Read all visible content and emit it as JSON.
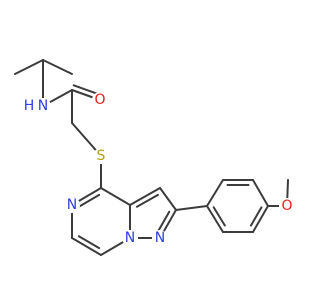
{
  "colors": {
    "bond": "#3c3c3c",
    "N": "#2f3fe0",
    "O": "#e0201b",
    "S": "#b8a200",
    "background": "#ffffff"
  },
  "atoms": {
    "n_amide": "N",
    "h_amide": "H",
    "o_carbonyl": "O",
    "s_thioether": "S",
    "n_ring_pyrazine": "N",
    "n_ring_bridge": "N",
    "n_ring_pyrazole": "N",
    "o_methoxy": "O"
  }
}
